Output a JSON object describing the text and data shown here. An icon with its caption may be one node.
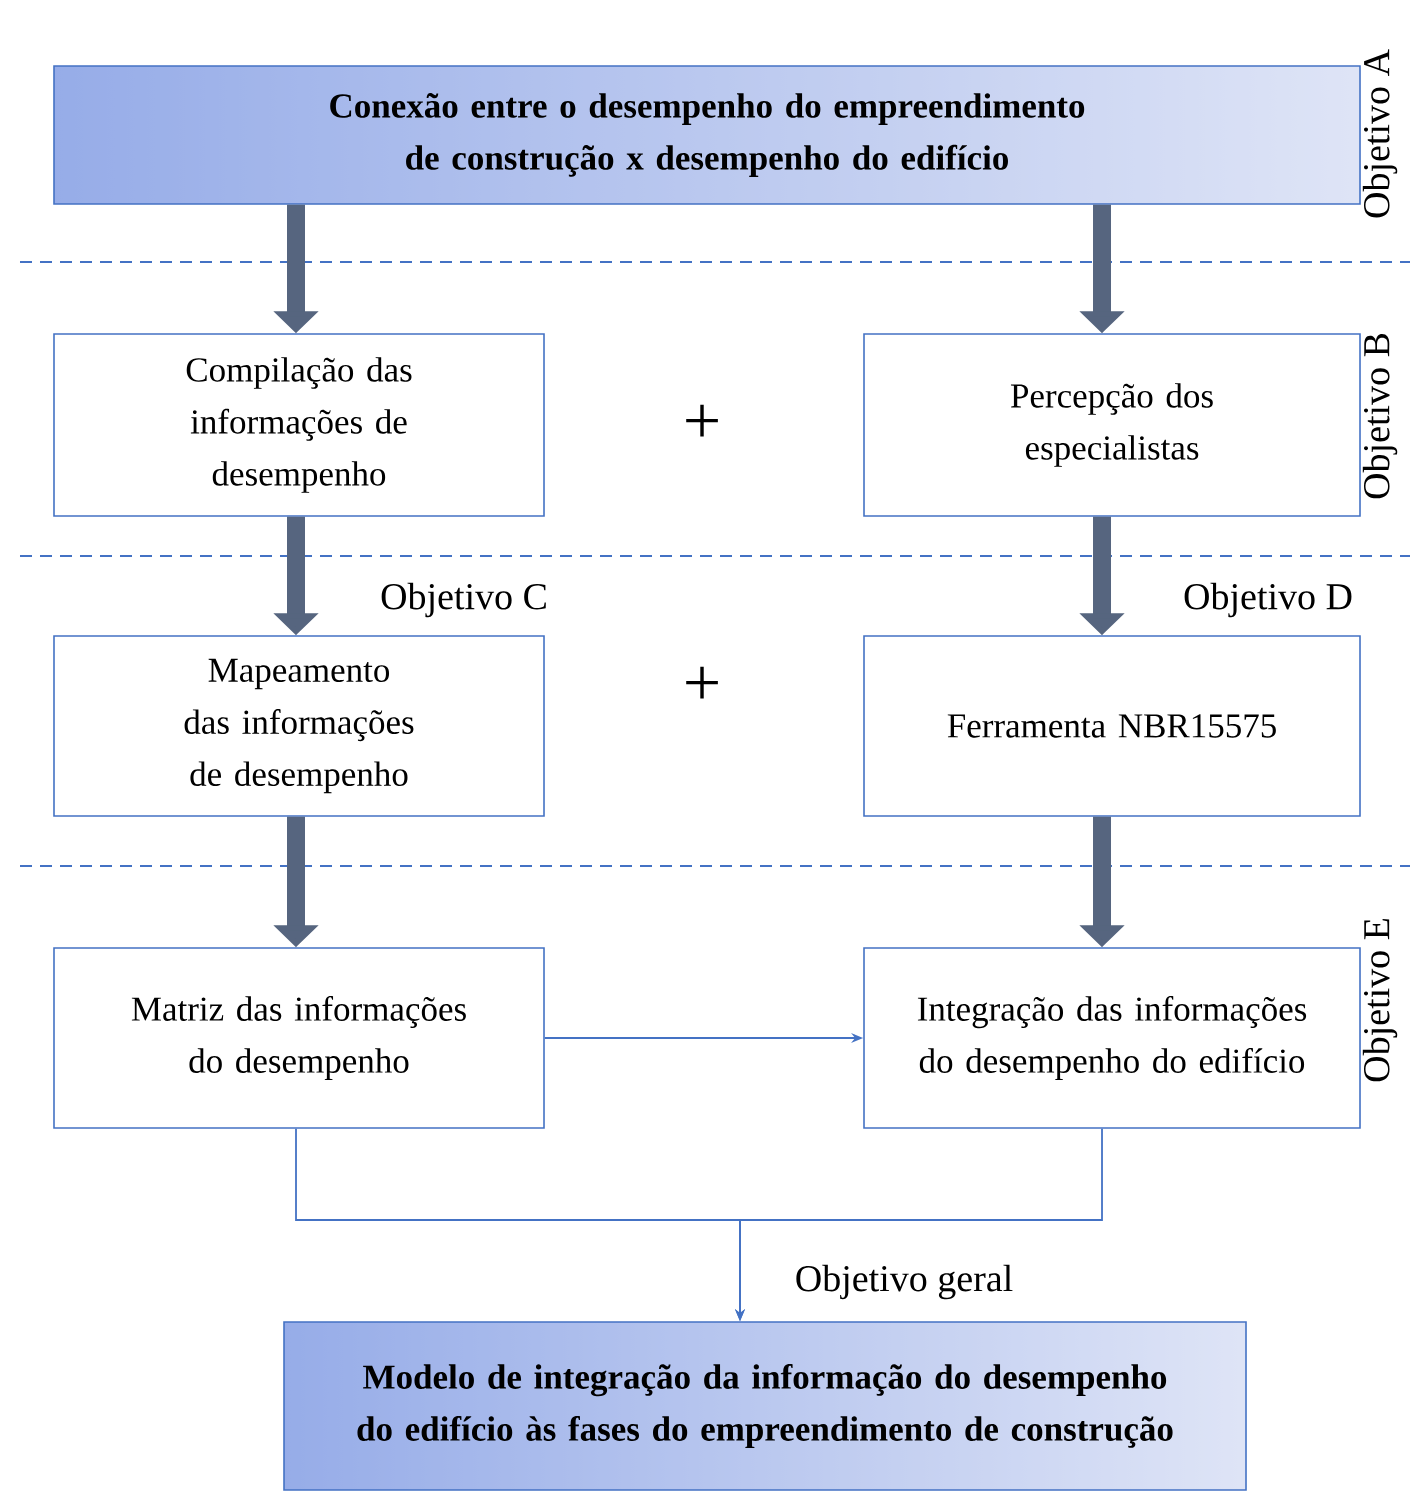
{
  "diagram": {
    "nodes": [
      {
        "text": [
          "Conexão entre o desempenho do empreendimento de construção x desempenho do edifício"
        ]
      },
      {
        "text": [
          "Compilação das informações de desempenho"
        ]
      },
      {
        "text": [
          "Percepção dos especialistas"
        ]
      },
      {
        "text": [
          "Mapeamento das informações de desempenho"
        ],
        "beside": [
          "Objetivo C"
        ]
      },
      {
        "text": [
          "Ferramenta NBR15575"
        ],
        "beside": [
          "Objetivo D"
        ]
      },
      {
        "text": [
          "Matriz das informações do desempenho"
        ]
      },
      {
        "text": [
          "Integração das informações do desempenho do edifício"
        ]
      },
      {
        "text": [
          "Modelo de integração da informação do desempenho do edifício às fases do empreendimento de construção"
        ],
        "beside": [
          "Objetivo geral"
        ]
      }
    ],
    "edges": [
      {
        "from": 0,
        "to": 1,
        "arrow": "to"
      },
      {
        "from": 0,
        "to": 2,
        "arrow": "to"
      },
      {
        "from": 1,
        "to": 3,
        "arrow": "to"
      },
      {
        "from": 2,
        "to": 4,
        "arrow": "to"
      },
      {
        "from": 3,
        "to": 5,
        "arrow": "to"
      },
      {
        "from": 4,
        "to": 6,
        "arrow": "to"
      },
      {
        "from": 5,
        "to": 6,
        "arrow": "to",
        "color": "#4472c4"
      },
      {
        "from": 5,
        "to": 7,
        "arrow": "to",
        "color": "#4472c4"
      },
      {
        "from": 6,
        "to": 7,
        "arrow": "to",
        "color": "#4472c4"
      }
    ],
    "labels": [
      "Objetivo A",
      "Objetivo B",
      "+",
      "+",
      "Objetivo E"
    ]
  }
}
